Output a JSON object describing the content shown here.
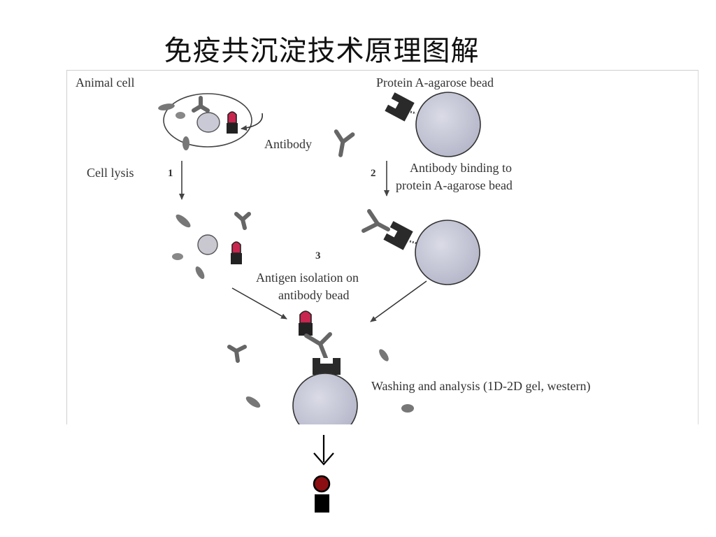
{
  "title": "免疫共沉淀技术原理图解",
  "labels": {
    "animal_cell": "Animal cell",
    "protein_a_bead": "Protein A-agarose bead",
    "antibody": "Antibody",
    "cell_lysis": "Cell lysis",
    "step1": "1",
    "step2": "2",
    "step3": "3",
    "antibody_binding_line1": "Antibody binding to",
    "antibody_binding_line2": "protein A-agarose bead",
    "antigen_isolation_line1": "Antigen isolation on",
    "antigen_isolation_line2": "antibody bead",
    "washing": "Washing and analysis (1D-2D gel, western)"
  },
  "colors": {
    "antigen_red": "#c8264f",
    "elution_red": "#8b0f12",
    "protein_a_black": "#2a2a2a",
    "bead_fill": "#c4c6d6",
    "bead_stroke": "#333333",
    "debris_gray": "#6b6b6b"
  }
}
